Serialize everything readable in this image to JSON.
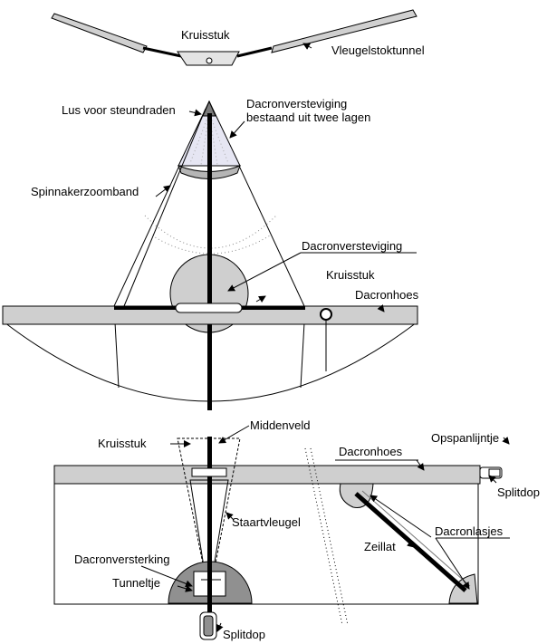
{
  "labels": {
    "top_kruisstuk": "Kruisstuk",
    "vleugelstoktunnel": "Vleugelstoktunnel",
    "lus": "Lus voor steundraden",
    "dacron_top_1": "Dacronversteviging",
    "dacron_top_2": "bestaand uit twee lagen",
    "spinnaker": "Spinnakerzoomband",
    "dacron_mid": "Dacronversteviging",
    "kruisstuk_mid": "Kruisstuk",
    "dacronhoes_mid": "Dacronhoes",
    "middenveld": "Middenveld",
    "kruisstuk_bot": "Kruisstuk",
    "dacronhoes_bot": "Dacronhoes",
    "opspanlijntje": "Opspanlijntje",
    "splitdop_right": "Splitdop",
    "staartvleugel": "Staartvleugel",
    "dacronlasjes": "Dacronlasjes",
    "zeillat": "Zeillat",
    "dacronversterking": "Dacronversterking",
    "tunneltje": "Tunneltje",
    "splitdop_bottom": "Splitdop"
  }
}
